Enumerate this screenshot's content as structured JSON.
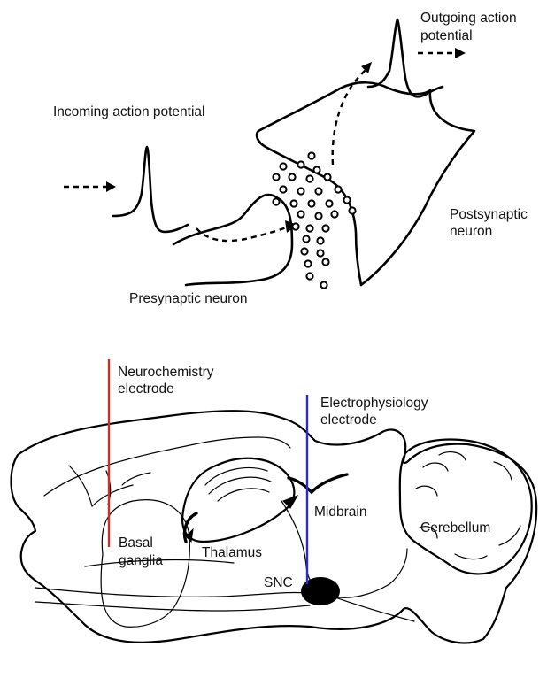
{
  "synapse": {
    "incoming_label": "Incoming action potential",
    "outgoing_label_line1": "Outgoing action",
    "outgoing_label_line2": "potential",
    "postsynaptic_line1": "Postsynaptic",
    "postsynaptic_line2": "neuron",
    "presynaptic_label": "Presynaptic neuron"
  },
  "brain": {
    "neurochem_line1": "Neurochemistry",
    "neurochem_line2": "electrode",
    "ephys_line1": "Electrophysiology",
    "ephys_line2": "electrode",
    "midbrain": "Midbrain",
    "cerebellum": "Cerebellum",
    "basal_line1": "Basal",
    "basal_line2": "ganglia",
    "thalamus": "Thalamus",
    "snc": "SNC"
  },
  "colors": {
    "neurochem_electrode": "#d42a2a",
    "ephys_electrode": "#2a2ad4",
    "snc_fill": "#000000",
    "ink": "#000000"
  }
}
